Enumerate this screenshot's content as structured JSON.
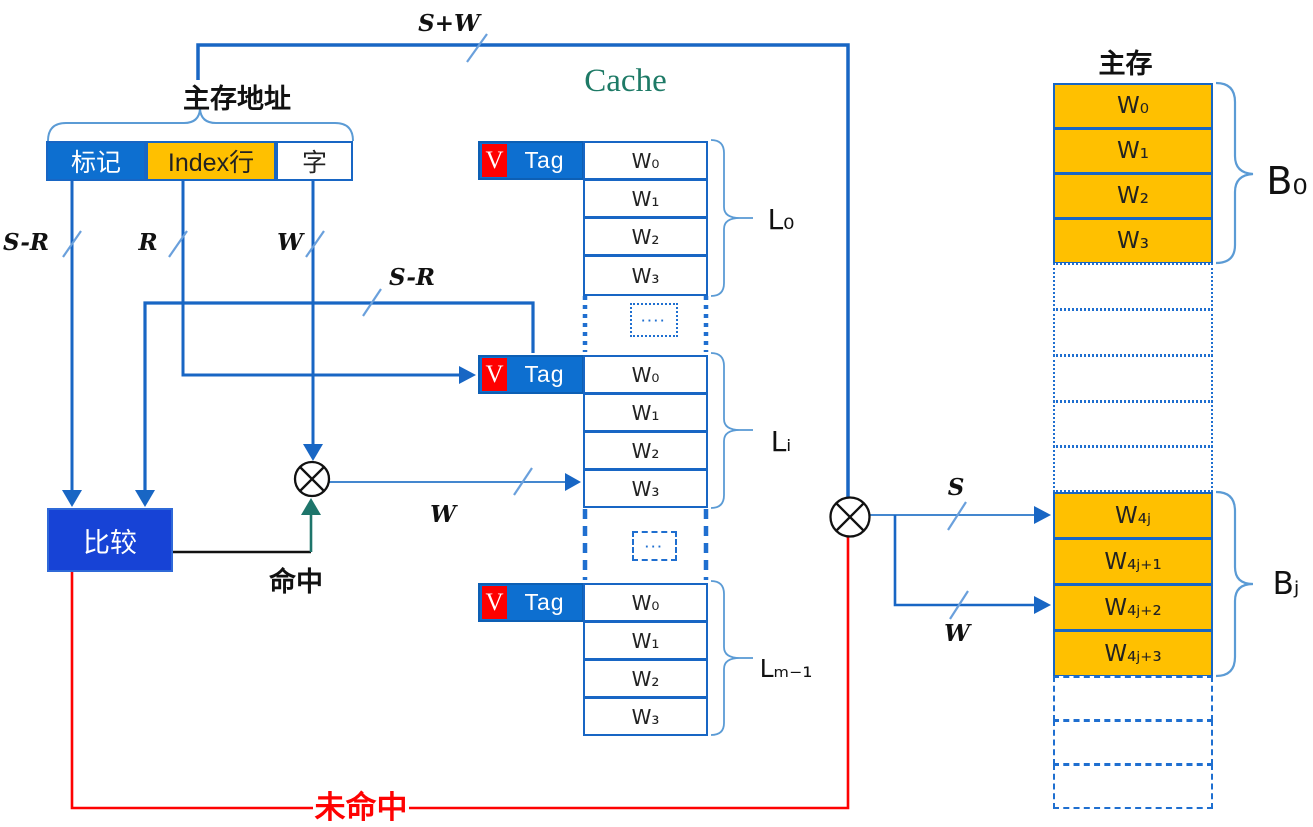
{
  "colors": {
    "line_blue": "#1866c4",
    "box_blue": "#0d6fd0",
    "compare_blue": "#1743d6",
    "orange": "#ffc000",
    "red": "#fe0202",
    "teal_arrow": "#1e756b",
    "cache_title_green": "#1e7a66",
    "brace_blue": "#5b9bd5"
  },
  "address": {
    "title": "主存地址",
    "fields": [
      "标记",
      "Index行",
      "字"
    ],
    "width_labels": [
      "S-R",
      "R",
      "W"
    ]
  },
  "signals": {
    "top_bus": "S+W",
    "tag_compare": "S-R",
    "word_out": "W",
    "block_addr": "S",
    "word_addr": "W"
  },
  "cache": {
    "title": "Cache",
    "valid_label": "V",
    "tag_label": "Tag",
    "ellipsis_dotted": "····",
    "ellipsis_dashed": "···",
    "lines": [
      {
        "label": "L₀",
        "words": [
          "W₀",
          "W₁",
          "W₂",
          "W₃"
        ]
      },
      {
        "label": "Lᵢ",
        "words": [
          "W₀",
          "W₁",
          "W₂",
          "W₃"
        ]
      },
      {
        "label": "Lₘ₋₁",
        "words": [
          "W₀",
          "W₁",
          "W₂",
          "W₃"
        ]
      }
    ]
  },
  "compare": {
    "label": "比较",
    "hit": "命中",
    "miss": "未命中"
  },
  "memory": {
    "title": "主存",
    "blocks": [
      {
        "label": "B₀",
        "words": [
          "W₀",
          "W₁",
          "W₂",
          "W₃"
        ]
      },
      {
        "label": "Bⱼ",
        "words": [
          "W₄ⱼ",
          "W₄ⱼ₊₁",
          "W₄ⱼ₊₂",
          "W₄ⱼ₊₃"
        ]
      }
    ]
  }
}
